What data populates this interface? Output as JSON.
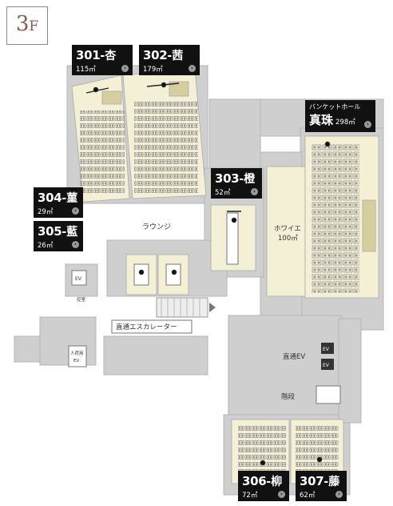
{
  "floor": {
    "number": "3",
    "unit": "F"
  },
  "colors": {
    "room_fill": "#f4f0d6",
    "wall": "#c9c9c9",
    "label_bg": "#111111",
    "accent": "#8a5a4a"
  },
  "rooms": [
    {
      "id": "301",
      "num": "301",
      "name": "-杏",
      "area": "115㎡"
    },
    {
      "id": "302",
      "num": "302",
      "name": "-茜",
      "area": "179㎡"
    },
    {
      "id": "303",
      "num": "303",
      "name": "-橙",
      "area": "52㎡"
    },
    {
      "id": "304",
      "num": "304",
      "name": "-菫",
      "area": "29㎡"
    },
    {
      "id": "305",
      "num": "305",
      "name": "-藍",
      "area": "26㎡"
    },
    {
      "id": "306",
      "num": "306",
      "name": "-柳",
      "area": "72㎡"
    },
    {
      "id": "307",
      "num": "307",
      "name": "-藤",
      "area": "62㎡"
    }
  ],
  "banquet_hall": {
    "category": "バンケットホール",
    "name": "真珠",
    "area": "298㎡"
  },
  "map_labels": {
    "lounge": "ラウンジ",
    "foyer": "ホワイエ",
    "foyer_area": "100㎡",
    "escalator": "直通エスカレーター",
    "direct_ev": "直通EV",
    "stairs": "階段",
    "ev": "EV",
    "ev2": "EV",
    "ev3": "EV",
    "service_ev_line1": "人荷用",
    "service_ev_line2": "EV",
    "small_room": "控室"
  },
  "arrow_glyph": "›"
}
